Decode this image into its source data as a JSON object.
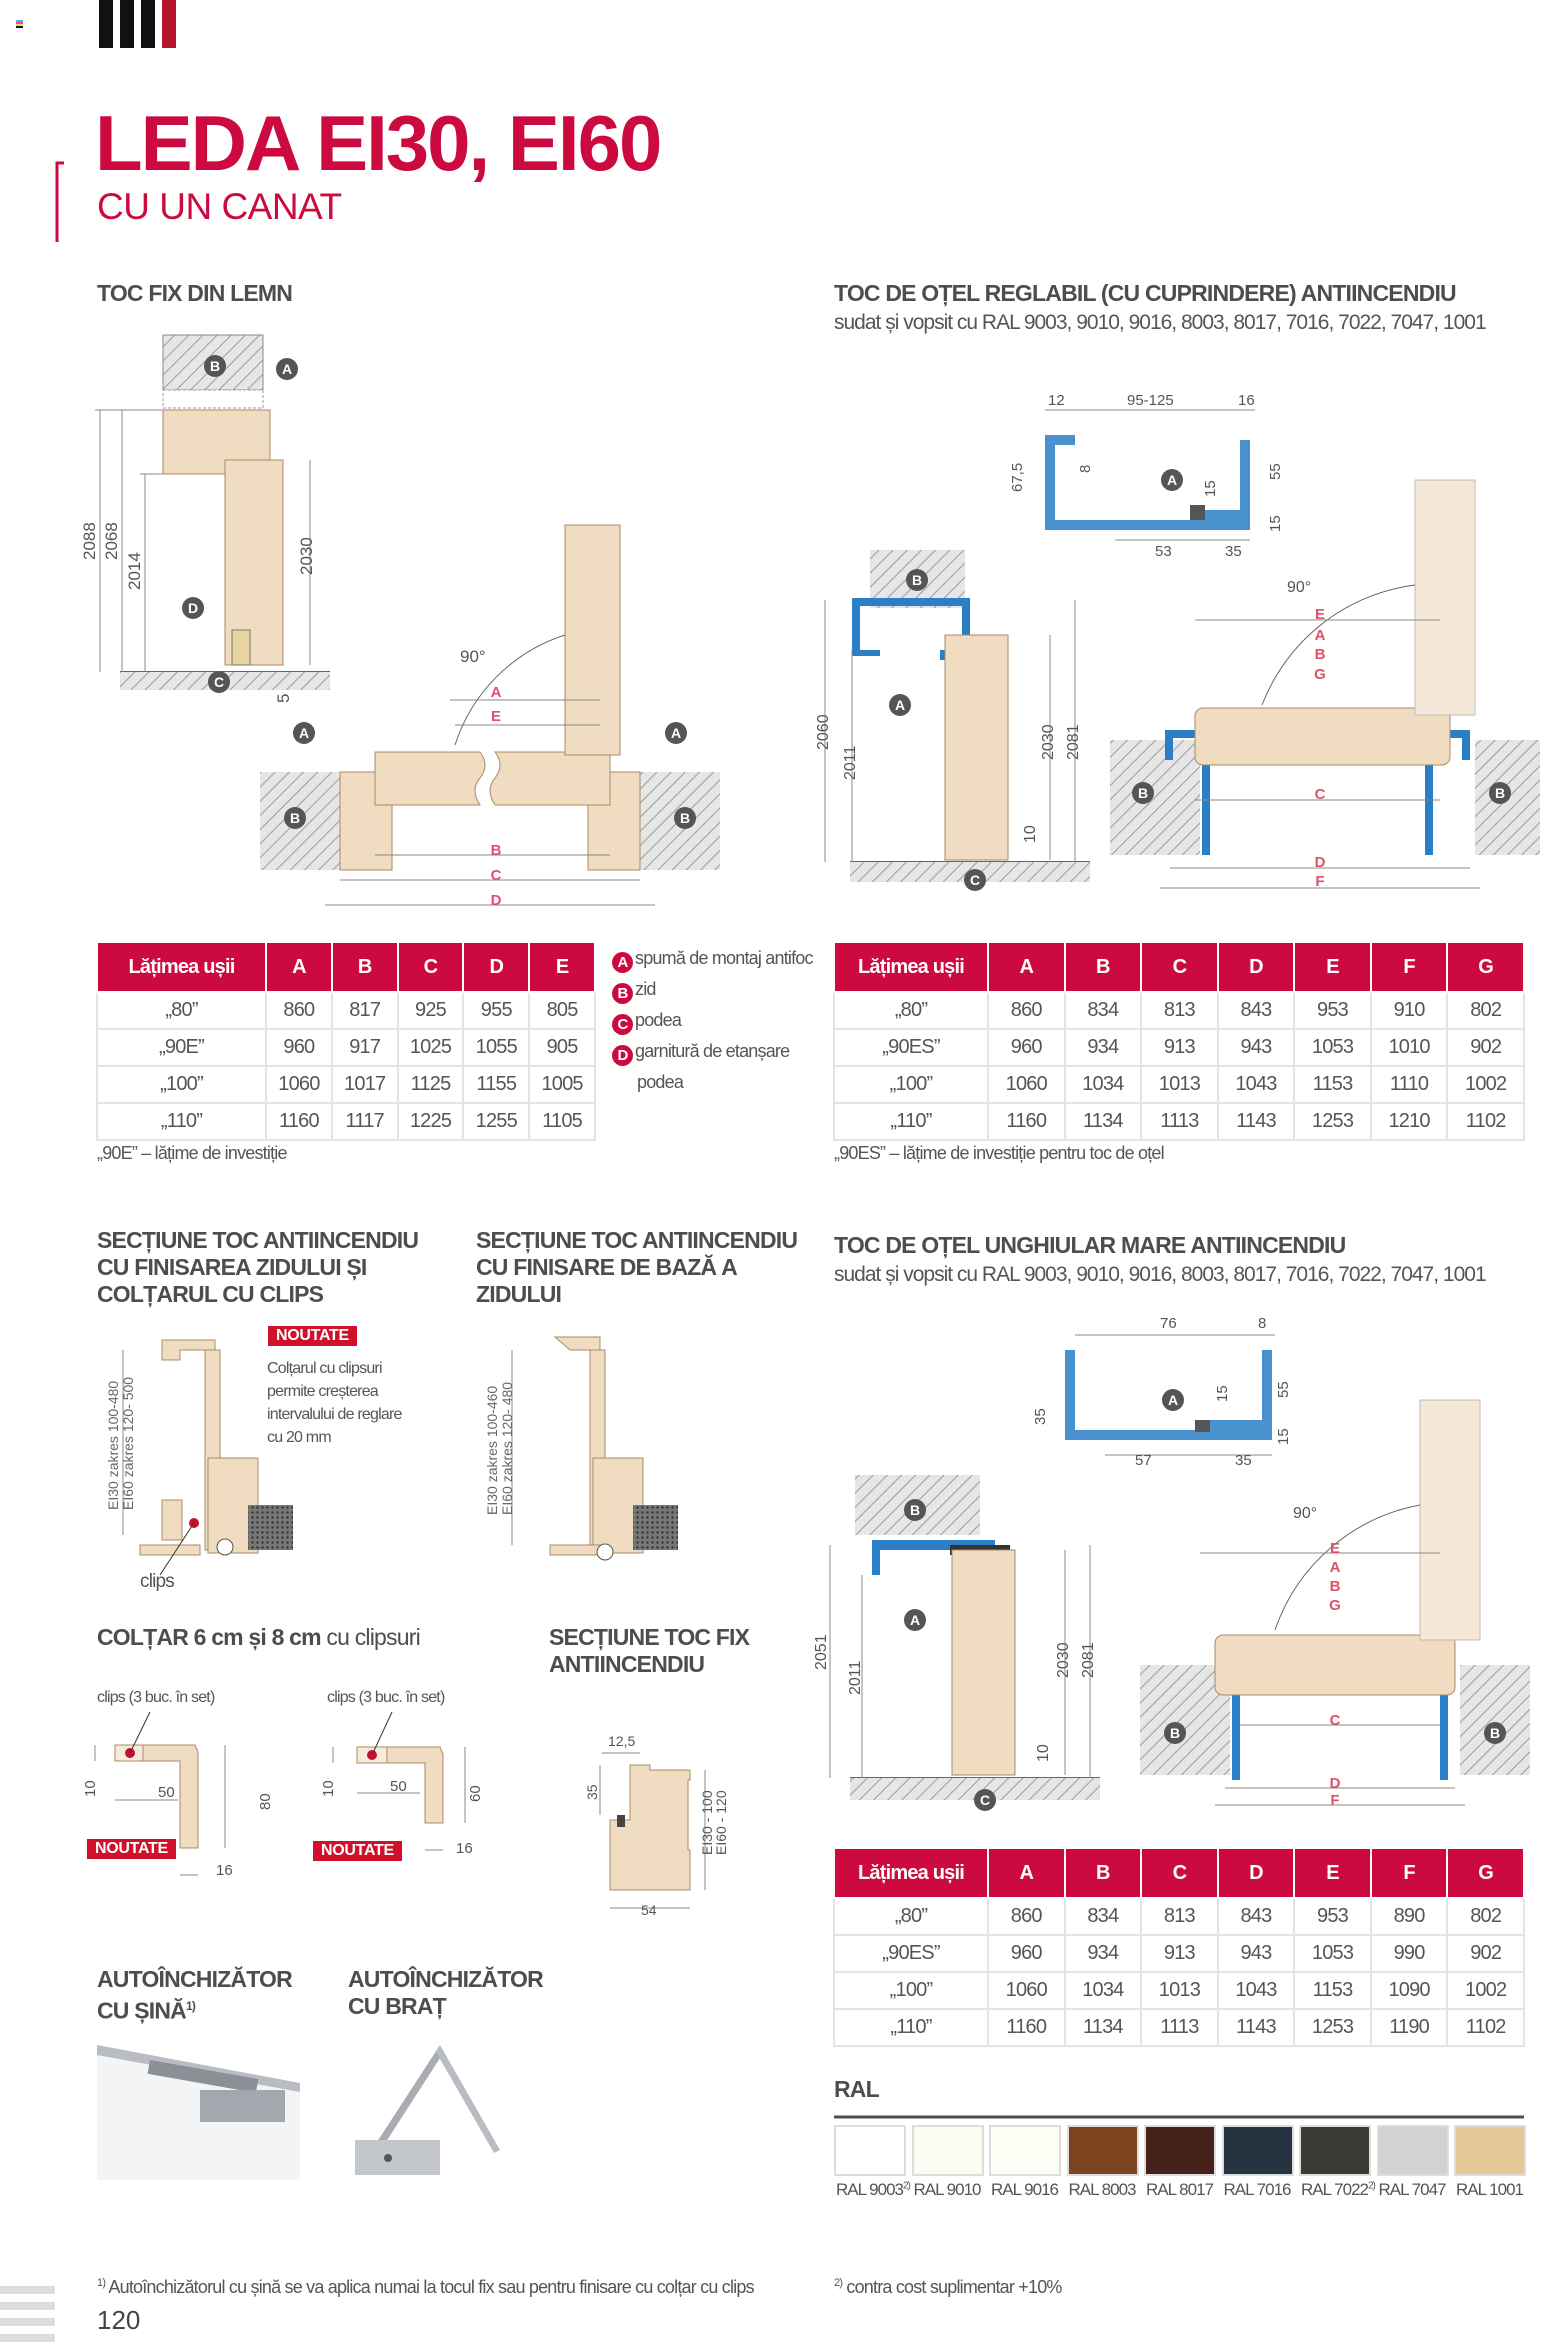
{
  "header": {
    "title": "LEDA EI30, EI60",
    "subtitle": "CU UN CANAT",
    "logo_colors": [
      "#111111",
      "#111111",
      "#111111",
      "#b5152b"
    ]
  },
  "colors": {
    "accent": "#cc0a3f",
    "steel_frame": "#2a7fc6",
    "wood": "#f0dcc0"
  },
  "sections": {
    "toc_fix": {
      "title": "TOC FIX DIN LEMN"
    },
    "toc_reglabil": {
      "title": "TOC DE OȚEL REGLABIL (CU CUPRINDERE) ANTIINCENDIU",
      "subtitle": "sudat și vopsit cu RAL 9003, 9010, 9016, 8003, 8017, 7016, 7022, 7047, 1001"
    },
    "sectiune_clips": {
      "title_lines": [
        "SECȚIUNE TOC ANTIINCENDIU",
        "CU FINISAREA ZIDULUI ȘI",
        "COLȚARUL CU CLIPS"
      ],
      "badge": "NOUTATE",
      "text_lines": [
        "Colțarul cu clipsuri",
        "permite creșterea",
        "intervalului de reglare",
        "cu 20 mm"
      ],
      "clips_label": "clips",
      "range_lines": [
        "EI30 zakres 100-480",
        "EI60 zakres 120- 500"
      ]
    },
    "sectiune_baza": {
      "title_lines": [
        "SECȚIUNE TOC ANTIINCENDIU",
        "CU FINISARE DE BAZĂ A",
        "ZIDULUI"
      ],
      "range_lines": [
        "EI30 zakres 100-460",
        "EI60 zakres 120- 480"
      ]
    },
    "unghiular": {
      "title": "TOC DE OȚEL UNGHIULAR MARE ANTIINCENDIU",
      "subtitle": "sudat și vopsit cu RAL 9003, 9010, 9016, 8003, 8017, 7016, 7022, 7047, 1001"
    },
    "coltar": {
      "title_bold": "COLȚAR 6 cm și 8 cm",
      "title_light": "cu clipsuri",
      "clips_label": "clips (3 buc. în set)",
      "badge": "NOUTATE",
      "left_dims": [
        "10",
        "50",
        "80",
        "16"
      ],
      "right_dims": [
        "10",
        "50",
        "60",
        "16"
      ]
    },
    "toc_fix_antiincendiu": {
      "title_lines": [
        "SECȚIUNE TOC FIX",
        "ANTIINCENDIU"
      ],
      "dims": [
        "12,5",
        "35",
        "54"
      ],
      "range_lines": [
        "EI30 - 100",
        "EI60 - 120"
      ]
    },
    "autoinchizator_sina": {
      "title_lines": [
        "AUTOÎNCHIZĂTOR",
        "CU ȘINĂ"
      ],
      "footnote_mark": "1)"
    },
    "autoinchizator_brat": {
      "title_lines": [
        "AUTOÎNCHIZĂTOR",
        "CU BRAȚ"
      ]
    }
  },
  "diagrams": {
    "fix": {
      "dims": [
        "2088",
        "2068",
        "2014",
        "2030",
        "5"
      ],
      "angle": "90°",
      "markers": [
        "A",
        "B",
        "C",
        "D"
      ],
      "letters": [
        "A",
        "E",
        "B",
        "C",
        "D"
      ]
    },
    "reglabil": {
      "profile_dims": [
        "12",
        "95-125",
        "16",
        "67,5",
        "8",
        "15",
        "55",
        "15",
        "53",
        "35"
      ],
      "dims": [
        "2060",
        "2011",
        "2030",
        "2081",
        "10"
      ],
      "angle": "90°",
      "letters": [
        "E",
        "A",
        "B",
        "G",
        "C",
        "D",
        "F"
      ]
    },
    "unghiular": {
      "profile_dims": [
        "76",
        "8",
        "35",
        "15",
        "55",
        "15",
        "57",
        "35"
      ],
      "dims": [
        "2051",
        "2011",
        "2030",
        "2081",
        "10"
      ],
      "angle": "90°",
      "letters": [
        "E",
        "A",
        "B",
        "G",
        "C",
        "D",
        "F"
      ]
    }
  },
  "table_fix": {
    "headers": [
      "Lățimea ușii",
      "A",
      "B",
      "C",
      "D",
      "E"
    ],
    "rows": [
      [
        "„80”",
        "860",
        "817",
        "925",
        "955",
        "805"
      ],
      [
        "„90E”",
        "960",
        "917",
        "1025",
        "1055",
        "905"
      ],
      [
        "„100”",
        "1060",
        "1017",
        "1125",
        "1155",
        "1005"
      ],
      [
        "„110”",
        "1160",
        "1117",
        "1225",
        "1255",
        "1105"
      ]
    ],
    "note": "„90E” – lățime de investiție"
  },
  "legend": [
    {
      "key": "A",
      "text": "spumă de montaj antifoc"
    },
    {
      "key": "B",
      "text": "zid"
    },
    {
      "key": "C",
      "text": "podea"
    },
    {
      "key": "D",
      "text": "garnitură de etanșare"
    },
    {
      "key": "",
      "text": "podea"
    }
  ],
  "table_reglabil": {
    "headers": [
      "Lățimea ușii",
      "A",
      "B",
      "C",
      "D",
      "E",
      "F",
      "G"
    ],
    "rows": [
      [
        "„80”",
        "860",
        "834",
        "813",
        "843",
        "953",
        "910",
        "802"
      ],
      [
        "„90ES”",
        "960",
        "934",
        "913",
        "943",
        "1053",
        "1010",
        "902"
      ],
      [
        "„100”",
        "1060",
        "1034",
        "1013",
        "1043",
        "1153",
        "1110",
        "1002"
      ],
      [
        "„110”",
        "1160",
        "1134",
        "1113",
        "1143",
        "1253",
        "1210",
        "1102"
      ]
    ],
    "note": "„90ES” – lățime de investiție pentru toc de oțel"
  },
  "table_unghiular": {
    "headers": [
      "Lățimea ușii",
      "A",
      "B",
      "C",
      "D",
      "E",
      "F",
      "G"
    ],
    "rows": [
      [
        "„80”",
        "860",
        "834",
        "813",
        "843",
        "953",
        "890",
        "802"
      ],
      [
        "„90ES”",
        "960",
        "934",
        "913",
        "943",
        "1053",
        "990",
        "902"
      ],
      [
        "„100”",
        "1060",
        "1034",
        "1013",
        "1043",
        "1153",
        "1090",
        "1002"
      ],
      [
        "„110”",
        "1160",
        "1134",
        "1113",
        "1143",
        "1253",
        "1190",
        "1102"
      ]
    ]
  },
  "ral": {
    "title": "RAL",
    "swatches": [
      {
        "label": "RAL 9003",
        "mark": "2)",
        "color": "#ffffff"
      },
      {
        "label": "RAL 9010",
        "mark": "",
        "color": "#fdfcf3"
      },
      {
        "label": "RAL 9016",
        "mark": "",
        "color": "#fdfdf6"
      },
      {
        "label": "RAL 8003",
        "mark": "",
        "color": "#7c4520"
      },
      {
        "label": "RAL 8017",
        "mark": "",
        "color": "#45211a"
      },
      {
        "label": "RAL 7016",
        "mark": "",
        "color": "#263441"
      },
      {
        "label": "RAL 7022",
        "mark": "2)",
        "color": "#3a3b35"
      },
      {
        "label": "RAL 7047",
        "mark": "",
        "color": "#d2d2d4"
      },
      {
        "label": "RAL 1001",
        "mark": "",
        "color": "#e5c796"
      }
    ]
  },
  "footer": {
    "footnote1_mark": "1)",
    "footnote1": "Autoînchizătorul cu șină se va aplica numai la tocul fix sau pentru finisare cu colțar cu clips",
    "footnote2_mark": "2)",
    "footnote2": "contra cost suplimentar +10%",
    "page_number": "120"
  }
}
